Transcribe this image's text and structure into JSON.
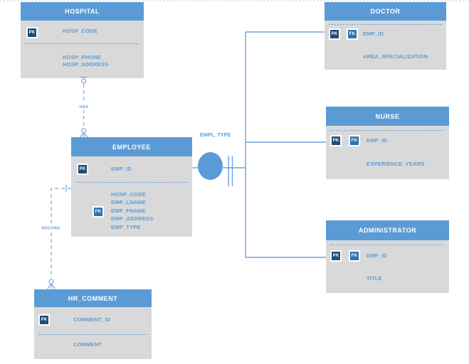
{
  "badges": {
    "pk": "PK",
    "fk": "FK"
  },
  "entities": {
    "hospital": {
      "title": "HOSPITAL",
      "key": "HOSP_CODE",
      "attrs": [
        "HOSP_PHONE",
        "HOSP_ADDRESS"
      ]
    },
    "employee": {
      "title": "EMPLOYEE",
      "key": "EMP_ID",
      "attrs": [
        "HOSP_CODE",
        "EMP_LNAME",
        "EMP_FNAME",
        "EMP_ADDRESS",
        "EMP_TYPE"
      ]
    },
    "doctor": {
      "title": "DOCTOR",
      "key": "EMP_ID",
      "attrs": [
        "AREA_SPECIALIZATION"
      ]
    },
    "nurse": {
      "title": "NURSE",
      "key": "EMP_ID",
      "attrs": [
        "EXPERIENCE_YEARS"
      ]
    },
    "administrator": {
      "title": "ADMINISTRATOR",
      "key": "EMP_ID",
      "attrs": [
        "TITLE"
      ]
    },
    "hr_comment": {
      "title": "HR_COMMENT",
      "key": "COMMENT_ID",
      "attrs": [
        "COMMENT"
      ]
    }
  },
  "connectors": {
    "has": {
      "label": "HAS"
    },
    "record": {
      "label": "RECORD"
    },
    "category": {
      "label": "EMPL_TYPE"
    }
  },
  "colors": {
    "header_blue": "#5b9bd5",
    "body_grey": "#d9d9d9",
    "pk_badge": "#1f4e79",
    "fk_badge": "#2e75b6",
    "line_blue": "#6fa3da",
    "attr_text": "#5b9bd5"
  }
}
